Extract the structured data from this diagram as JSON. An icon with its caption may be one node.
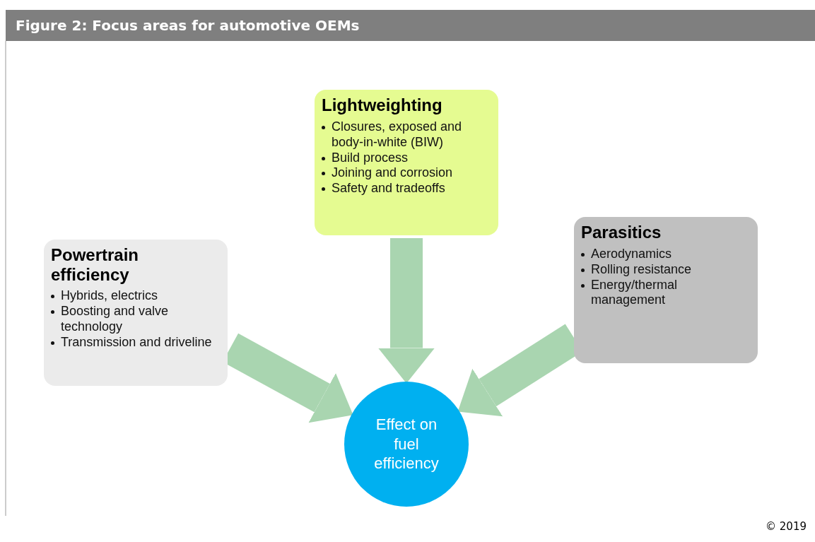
{
  "diagram": {
    "title": "Figure 2: Focus areas for automotive OEMs",
    "nodes": [
      {
        "text": [
          "Lightweighting",
          "Closures, exposed and body-in-white (BIW)",
          "Build process",
          "Joining and corrosion",
          "Safety and tradeoffs"
        ]
      },
      {
        "text": [
          "Parasitics",
          "Aerodynamics",
          "Rolling resistance",
          "Energy/thermal management"
        ]
      },
      {
        "text": [
          "Powertrain efficiency",
          "Hybrids, electrics",
          "Boosting and valve technology",
          "Transmission and driveline"
        ]
      },
      {
        "text": [
          "Effect on fuel efficiency"
        ]
      }
    ],
    "edges": [
      {
        "from": 0,
        "to": 3,
        "arrow": "to"
      },
      {
        "from": 2,
        "to": 3,
        "arrow": "to"
      },
      {
        "from": 1,
        "to": 3,
        "arrow": "to"
      }
    ],
    "labels": [
      "© 2019"
    ]
  }
}
